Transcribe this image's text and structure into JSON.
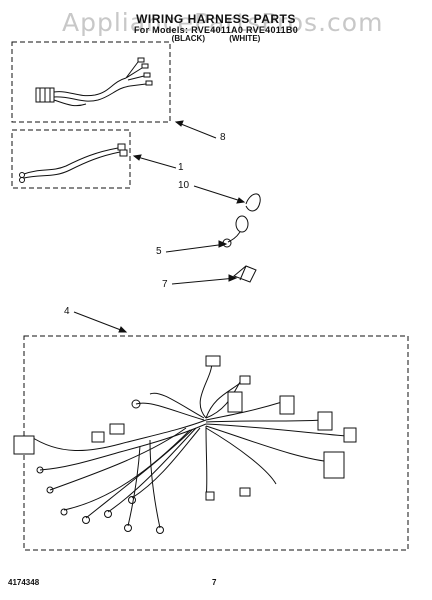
{
  "watermark": "AppliancePartsPros.com",
  "title": "WIRING HARNESS PARTS",
  "subtitle": "For Models: RVE4011A0 RVE4011B0",
  "variants": [
    "(BLACK)",
    "(WHITE)"
  ],
  "callouts": [
    {
      "id": "harness-a",
      "label": "8"
    },
    {
      "id": "harness-b",
      "label": "1"
    },
    {
      "id": "ground-strap",
      "label": "10"
    },
    {
      "id": "wire-clip",
      "label": "5"
    },
    {
      "id": "clamp",
      "label": "7"
    },
    {
      "id": "main-harness",
      "label": "4"
    }
  ],
  "footer": {
    "part_number": "4174348",
    "page_number": "7"
  }
}
